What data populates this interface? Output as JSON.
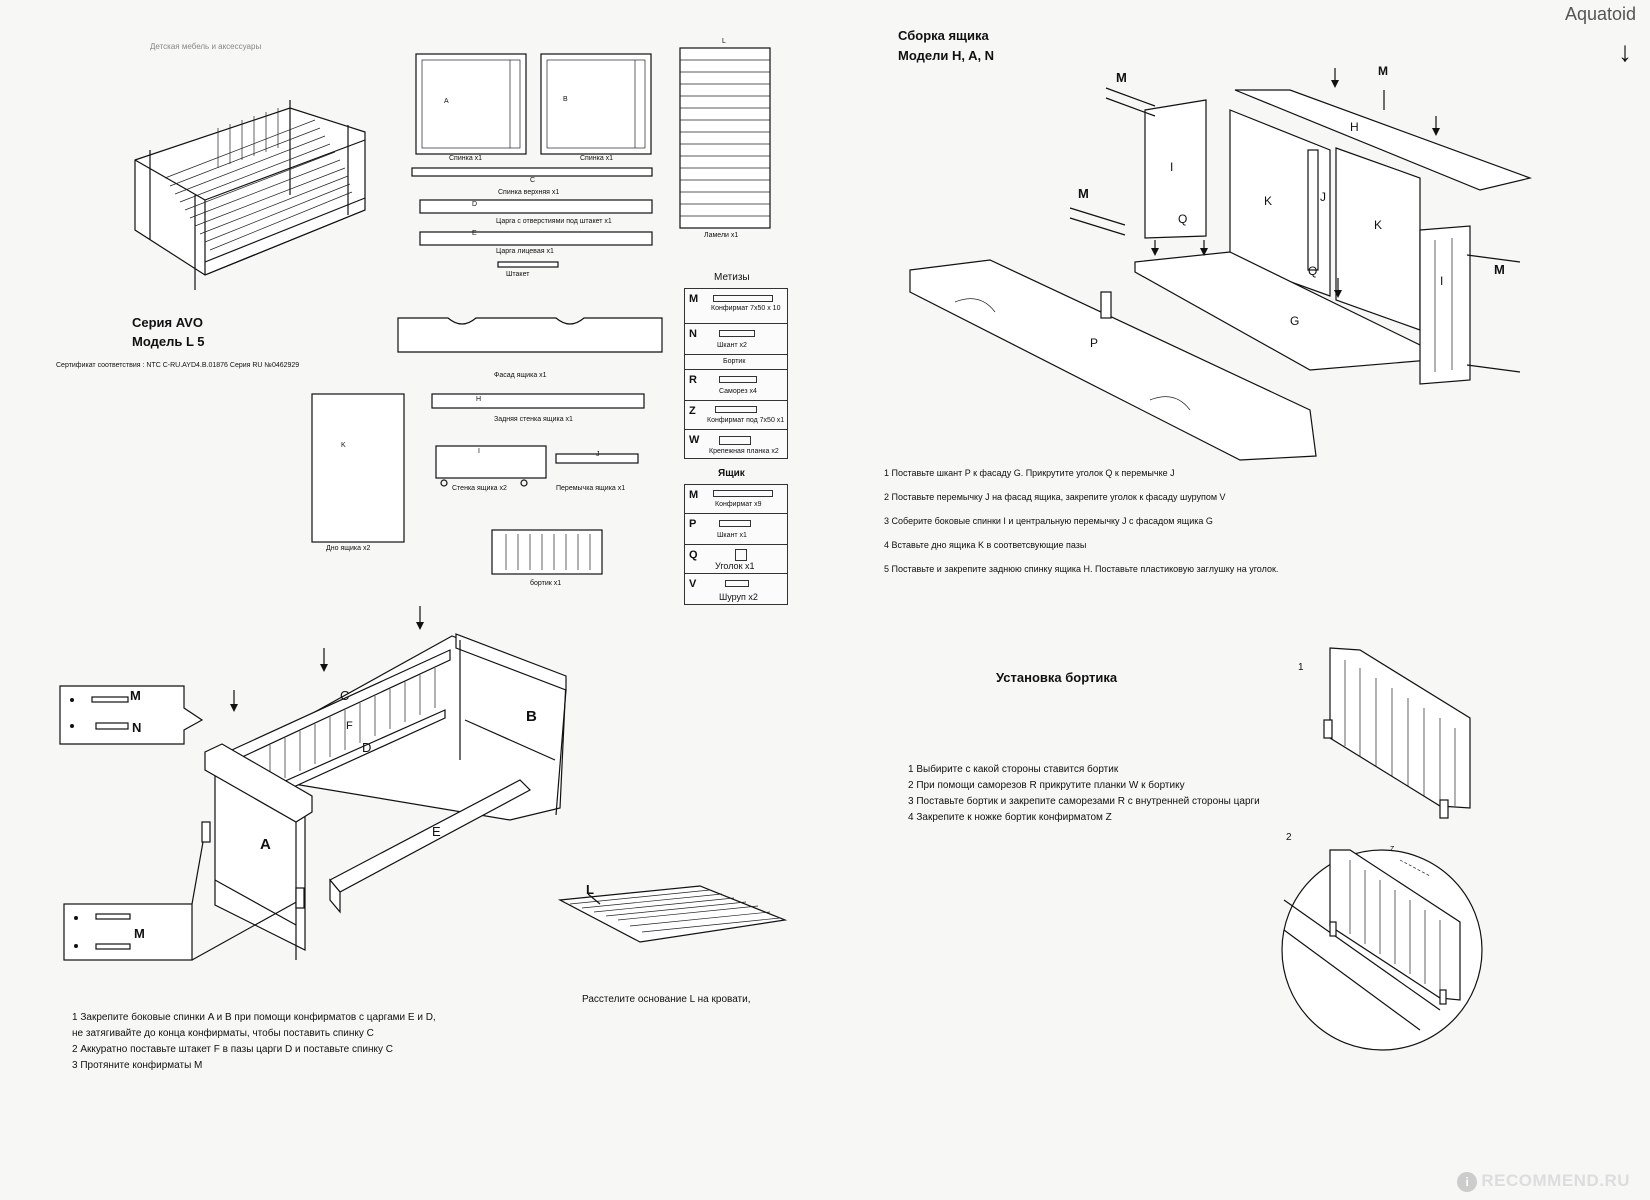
{
  "header": {
    "subtitle": "Детская мебель и аксессуары"
  },
  "series": {
    "series_label": "Серия AVO",
    "model_label": "Модель L 5",
    "certificate": "Сертификат соответствия : NTC  C-RU.AYD4.B.01876 Серия  RU №0462929"
  },
  "parts": {
    "a_label": "A",
    "a_caption": "Спинка х1",
    "b_label": "B",
    "b_caption": "Спинка х1",
    "c_label": "C",
    "c_caption": "Спинка верхняя  x1",
    "d_label": "D",
    "d_caption": "Царга с отверстиями под штакет х1",
    "e_label": "E",
    "e_caption": "Царга лицевая   x1",
    "f_caption": "Штакет",
    "l_label": "L",
    "l_caption": "Ламели х1",
    "facade_caption": "Фасад ящика х1",
    "h_label": "H",
    "h_caption": "Задняя стенка ящика х1",
    "i_label": "I",
    "i_caption": "Стенка ящика х2",
    "j_label": "J",
    "j_caption": "Перемычка ящика х1",
    "k_label": "K",
    "k_caption": "Дно ящика х2",
    "board_caption": "бортик х1"
  },
  "hardware": {
    "metizy_title": "Метизы",
    "metizy": [
      {
        "letter": "M",
        "text": "Конфирмат 7х50 x 10"
      },
      {
        "letter": "N",
        "text": "Шкант  x2"
      },
      {
        "letter": "",
        "text": "Бортик"
      },
      {
        "letter": "R",
        "text": "Саморез x4"
      },
      {
        "letter": "Z",
        "text": "Конфирмат под 7х50 x1"
      },
      {
        "letter": "W",
        "text": "Крепежная планка x2"
      }
    ],
    "yashchik_title": "Ящик",
    "yashchik": [
      {
        "letter": "M",
        "text": "Конфирмат  x9"
      },
      {
        "letter": "P",
        "text": "Шкант x1"
      },
      {
        "letter": "Q",
        "text": "Уголок x1"
      },
      {
        "letter": "V",
        "text": "Шуруп x2"
      }
    ]
  },
  "bed_assembly": {
    "labels": {
      "m": "M",
      "n": "N",
      "c": "C",
      "f": "F",
      "d": "D",
      "b": "B",
      "a": "A",
      "e": "E",
      "m2": "M"
    },
    "steps": [
      "1  Закрепите боковые спинки A и  B при помощи конфирматов с царгами E и D,",
      "не затягивайте до конца конфирматы, чтобы поставить спинку  C",
      "2 Аккуратно поставьте  штакет F в пазы царги D и поставьте спинку C",
      "3 Протяните конфирматы M"
    ],
    "slats_label": "L",
    "slats_caption": "Расстелите основание L на кровати,"
  },
  "drawer": {
    "title_line1": "Сборка ящика",
    "title_line2": "Модели H, A, N",
    "labels": {
      "m1": "M",
      "m2": "M",
      "m3": "M",
      "m4": "M",
      "h": "H",
      "i1": "I",
      "q1": "Q",
      "k1": "K",
      "j": "J",
      "k2": "K",
      "i2": "I",
      "q2": "Q",
      "g": "G",
      "p": "P"
    },
    "steps": [
      "1  Поставьте шкант  P к фасаду G. Прикрутите уголок Q  к перемычке J",
      "2  Поставьте перемычку J на фасад ящика, закрепите уголок к фасаду шурупом V",
      "3 Соберите боковые спинки I  и центральную перемычку J с фасадом ящика G",
      "4 Вставьте дно ящика K в соответсвующие пазы",
      "5 Поставьте и закрепите заднюю спинку ящика H. Поставьте пластиковую заглушку на уголок."
    ]
  },
  "board_install": {
    "title": "Установка бортика",
    "steps": [
      "1 Выбирите с какой стороны ставится бортик",
      "2 При помощи саморезов R прикрутите планки W к бортику",
      "3 Поставьте бортик и закрепите саморезами R с внутренней стороны царги",
      "4 Закрепите к ножке бортик конфирматом Z"
    ],
    "fig1": "1",
    "fig2": "2",
    "z_label": "Z"
  },
  "watermark": {
    "brand": "Aquatoid",
    "site": "RECOMMEND.RU"
  }
}
